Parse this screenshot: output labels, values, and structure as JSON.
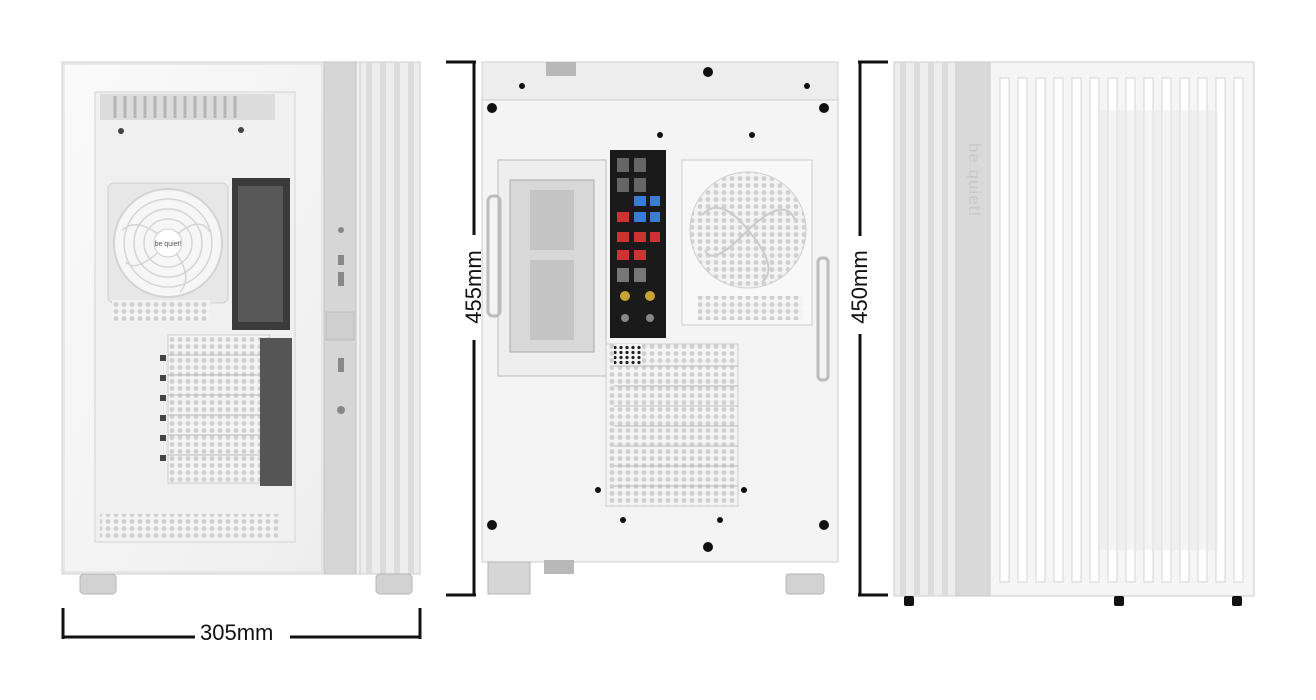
{
  "dimensions": {
    "width_label": "305mm",
    "height_rear_label": "455mm",
    "height_front_label": "450mm"
  },
  "branding": {
    "fan_hub_logo": "be quiet!",
    "front_panel_logo": "be quiet!"
  },
  "views": [
    "side-view",
    "rear-view",
    "front-view"
  ],
  "colors": {
    "case_body": "#f4f4f4",
    "case_shadow": "#d9d9d9",
    "panel_gray": "#c9c9c9",
    "port_panel": "#1a1a1a",
    "dimension_line": "#111111"
  }
}
